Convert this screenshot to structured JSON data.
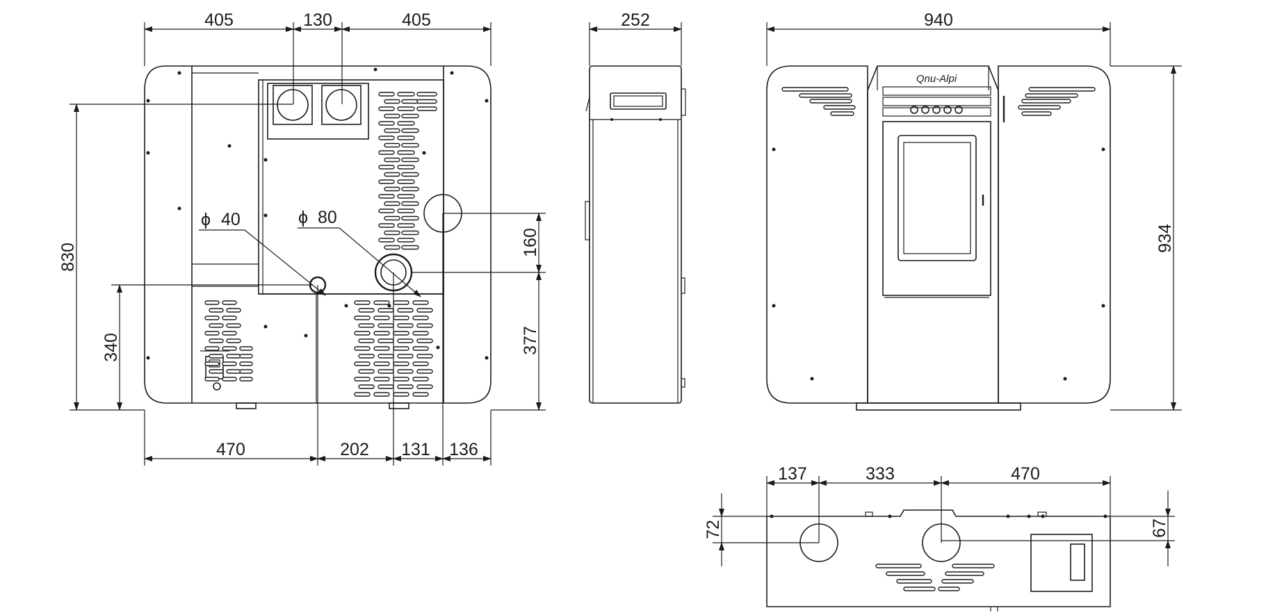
{
  "brand": "Qnu-Alpi",
  "back_view": {
    "dims": {
      "w_left": "405",
      "w_mid": "130",
      "w_right": "405",
      "height": "830",
      "h_low": "340",
      "phi40": "40",
      "phi80": "80",
      "h160": "160",
      "h377": "377",
      "b470": "470",
      "b202": "202",
      "b131": "131",
      "b136": "136"
    },
    "phi_symbol": "ϕ"
  },
  "side_view": {
    "dims": {
      "depth": "252"
    }
  },
  "front_view": {
    "dims": {
      "width": "940",
      "height": "934"
    }
  },
  "top_view": {
    "dims": {
      "t137": "137",
      "t333": "333",
      "t470": "470",
      "t72": "72",
      "t67": "67"
    }
  },
  "colors": {
    "line": "#1a1a1a",
    "background": "#ffffff"
  }
}
